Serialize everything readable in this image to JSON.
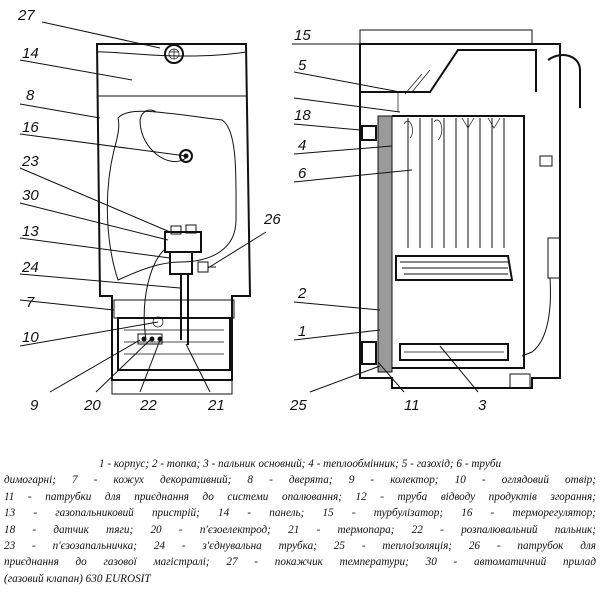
{
  "labels": {
    "l27a": "27",
    "l14": "14",
    "l8": "8",
    "l16": "16",
    "l23": "23",
    "l30": "30",
    "l13": "13",
    "l24": "24",
    "l7": "7",
    "l10": "10",
    "l9": "9",
    "l20": "20",
    "l22": "22",
    "l21": "21",
    "l26": "26",
    "l15": "15",
    "l5": "5",
    "l18": "18",
    "l4": "4",
    "l6": "6",
    "l2": "2",
    "l1": "1",
    "l25": "25",
    "l11": "11",
    "l3": "3"
  },
  "legend": {
    "line1": "1 - корпус; 2 - топка; 3 - пальник основний; 4 - теплообмінник;   5 - газохід; 6 - труби",
    "line2": "димогарні; 7 - кожух декоративний; 8 - дверята; 9 - колектор; 10 - оглядовий отвір;",
    "line3": "11 - патрубки для приєднання до системи опалювання; 12 - труба відводу продуктів згорання;",
    "line4": "13 - газопальниковий пристрій; 14 - панель; 15 - турбулізатор; 16 - терморегулятор;",
    "line5": "18 - датчик тяги; 20 - п'єзоелектрод; 21 - термопара; 22 - розпалювальний пальник;",
    "line6": "23 - п'єзозапальничка; 24 - з'єднувальна трубка; 25 - теплоізоляція; 26 - патрубок для",
    "line7": "приєднання до газової магістралі; 27 - покажчик температури; 30 - автоматичний прилад",
    "line8": "(газовий клапан) 630 EUROSIT"
  },
  "colors": {
    "ink": "#111111",
    "insulation": "#9a9a9a",
    "background": "#ffffff"
  }
}
